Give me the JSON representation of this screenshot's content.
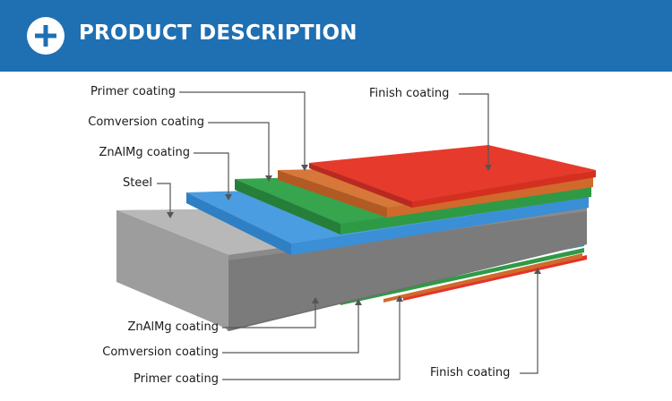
{
  "header": {
    "title": "PRODUCT DESCRIPTION",
    "icon": "plus-icon",
    "background": "#1f6fb3"
  },
  "labels": {
    "top_primer": "Primer coating",
    "top_conversion": "Comversion coating",
    "top_znalmg": "ZnAlMg coating",
    "steel": "Steel",
    "top_finish": "Finish coating",
    "bottom_znalmg": "ZnAlMg coating",
    "bottom_conversion": "Comversion coating",
    "bottom_primer": "Primer coating",
    "bottom_finish": "Finish coating"
  },
  "colors": {
    "finish": "#e53328",
    "primer": "#cf6a2c",
    "conversion": "#2f9a45",
    "znalmg": "#3a8fd6",
    "steel": "#8c8c8c"
  }
}
